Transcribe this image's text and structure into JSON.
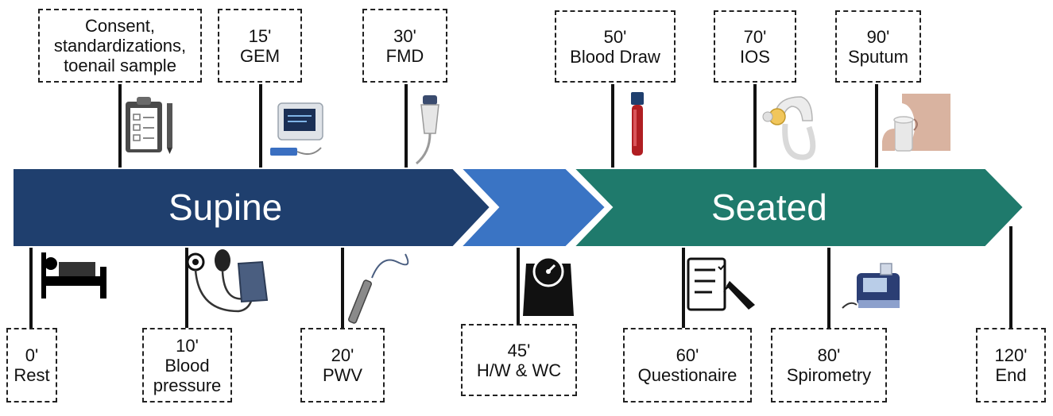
{
  "phases": [
    {
      "label": "Supine",
      "color": "#1f3f6e"
    },
    {
      "label": "",
      "color": "#3a74c4"
    },
    {
      "label": "Seated",
      "color": "#1f7a6c"
    }
  ],
  "steps_top": [
    {
      "id": "consent",
      "lines": [
        "Consent,",
        "standardizations,",
        "toenail sample"
      ],
      "icon": "clipboard-icon"
    },
    {
      "id": "gem",
      "lines": [
        "15'",
        "GEM"
      ],
      "icon": "gem-analyzer-icon"
    },
    {
      "id": "fmd",
      "lines": [
        "30'",
        "FMD"
      ],
      "icon": "ultrasound-probe-icon"
    },
    {
      "id": "blood-draw",
      "lines": [
        "50'",
        "Blood Draw"
      ],
      "icon": "blood-tube-icon"
    },
    {
      "id": "ios",
      "lines": [
        "70'",
        "IOS"
      ],
      "icon": "oscillometry-device-icon"
    },
    {
      "id": "sputum",
      "lines": [
        "90'",
        "Sputum"
      ],
      "icon": "sputum-cup-icon"
    }
  ],
  "steps_bottom": [
    {
      "id": "rest",
      "lines": [
        "0'",
        "Rest"
      ],
      "icon": "bed-icon"
    },
    {
      "id": "blood-pressure",
      "lines": [
        "10'",
        "Blood",
        "pressure"
      ],
      "icon": "blood-pressure-cuff-icon"
    },
    {
      "id": "pwv",
      "lines": [
        "20'",
        "PWV"
      ],
      "icon": "tonometer-pen-icon"
    },
    {
      "id": "hw-wc",
      "lines": [
        "45'",
        "H/W & WC"
      ],
      "icon": "scale-icon"
    },
    {
      "id": "questionnaire",
      "lines": [
        "60'",
        "Questionaire"
      ],
      "icon": "questionnaire-icon"
    },
    {
      "id": "spirometry",
      "lines": [
        "80'",
        "Spirometry"
      ],
      "icon": "spirometer-icon"
    },
    {
      "id": "end",
      "lines": [
        "120'",
        "End"
      ],
      "icon": ""
    }
  ]
}
